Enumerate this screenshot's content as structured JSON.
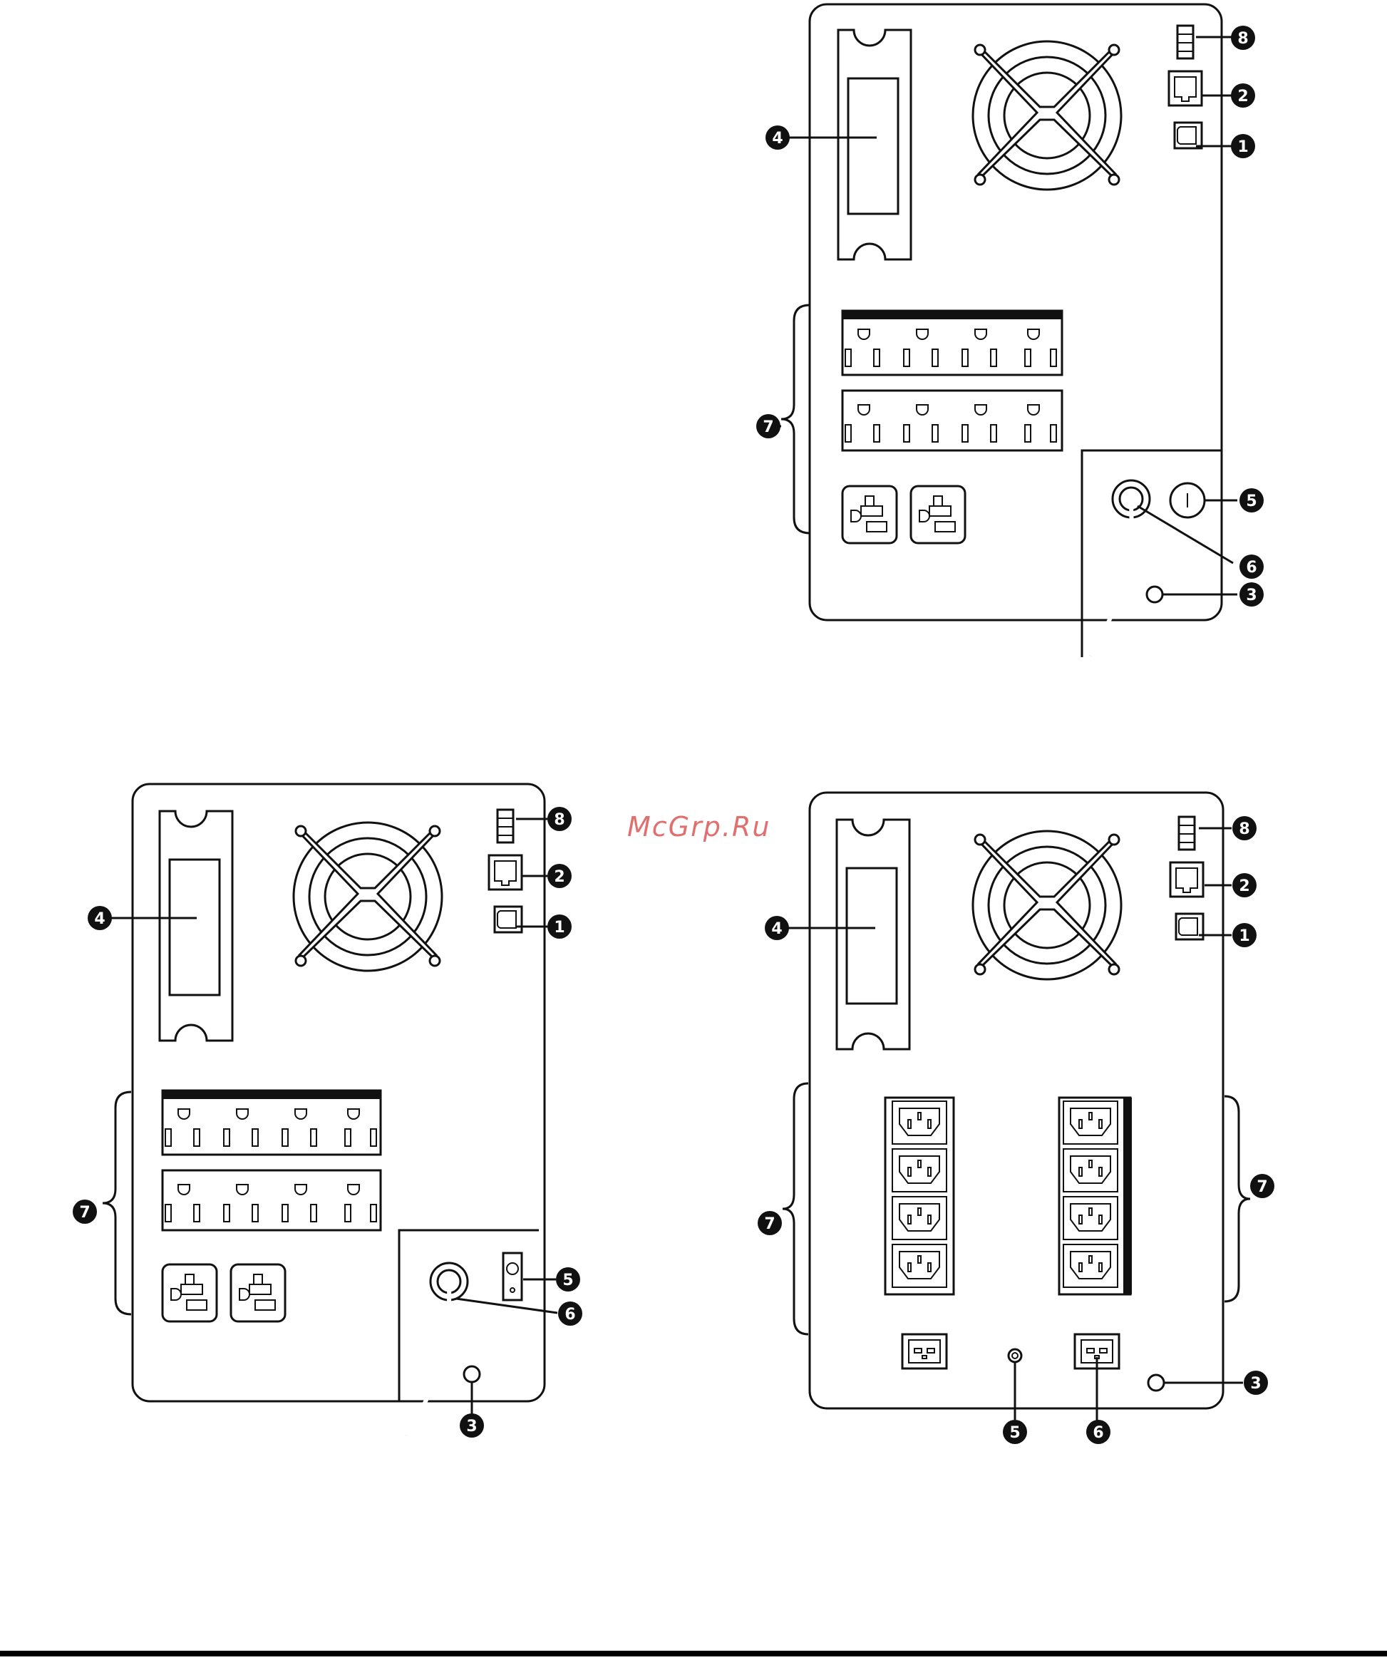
{
  "watermark": "McGrp.Ru",
  "panels": [
    {
      "name": "ups-rear-panel-top",
      "callouts": [
        "8",
        "2",
        "1",
        "4",
        "7",
        "5",
        "6",
        "3"
      ]
    },
    {
      "name": "ups-rear-panel-bottom-left",
      "callouts": [
        "8",
        "2",
        "1",
        "4",
        "7",
        "5",
        "6",
        "3"
      ]
    },
    {
      "name": "ups-rear-panel-bottom-right",
      "callouts": [
        "8",
        "2",
        "1",
        "4",
        "7",
        "7",
        "3",
        "5",
        "6"
      ]
    }
  ],
  "colors": {
    "line": "#111111",
    "watermark": "#e07070",
    "background": "#ffffff"
  }
}
